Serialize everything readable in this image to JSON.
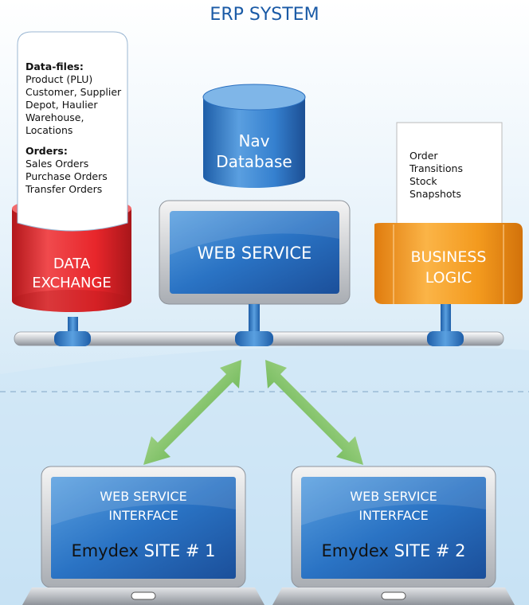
{
  "title": "ERP SYSTEM",
  "data_files_box": {
    "heading": "Data-files:",
    "lines": [
      "Product (PLU)",
      "Customer, Supplier",
      "Depot, Haulier",
      "Warehouse,",
      "Locations"
    ],
    "orders_heading": "Orders:",
    "orders": [
      "Sales Orders",
      "Purchase Orders",
      "Transfer Orders"
    ]
  },
  "data_exchange": {
    "line1": "DATA",
    "line2": "EXCHANGE"
  },
  "nav_database": {
    "line1": "Nav",
    "line2": "Database"
  },
  "web_service": "WEB SERVICE",
  "business_logic": {
    "line1": "BUSINESS",
    "line2": "LOGIC",
    "notes": [
      "Order",
      "Transitions",
      "Stock",
      "Snapshots"
    ]
  },
  "site1": {
    "interface_line1": "WEB SERVICE",
    "interface_line2": "INTERFACE",
    "brand": "Emydex",
    "site": "SITE # 1"
  },
  "site2": {
    "interface_line1": "WEB SERVICE",
    "interface_line2": "INTERFACE",
    "brand": "Emydex",
    "site": "SITE # 2"
  },
  "colors": {
    "title": "#1a5aa6",
    "data_exchange": "#e8262b",
    "business_logic": "#f39a1e",
    "screen_blue": "#2a73c4",
    "arrow_green": "#5cb53c"
  }
}
